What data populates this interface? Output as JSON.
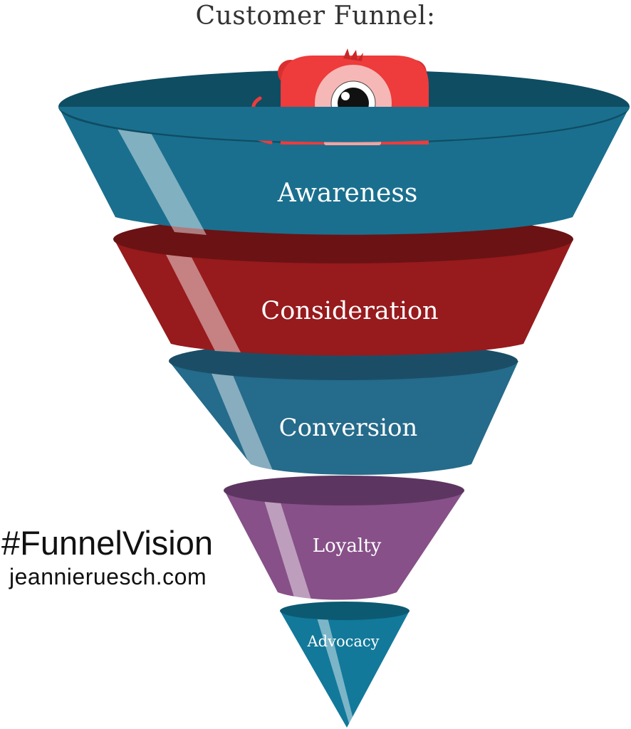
{
  "title": "Customer Funnel:",
  "hashtag": "#FunnelVision",
  "website": "jeannieruesch.com",
  "stages": [
    {
      "label": "Awareness",
      "color": "#1a6f8e",
      "dark": "#0f4d63"
    },
    {
      "label": "Consideration",
      "color": "#971a1d",
      "dark": "#6b1214"
    },
    {
      "label": "Conversion",
      "color": "#256b8b",
      "dark": "#1b4e66"
    },
    {
      "label": "Loyalty",
      "color": "#875088",
      "dark": "#5d3561"
    },
    {
      "label": "Advocacy",
      "color": "#12799a",
      "dark": "#0c5a72"
    }
  ],
  "mascot": {
    "icon": "red-one-eyed-monster-icon",
    "color": "#ee3b3b"
  }
}
